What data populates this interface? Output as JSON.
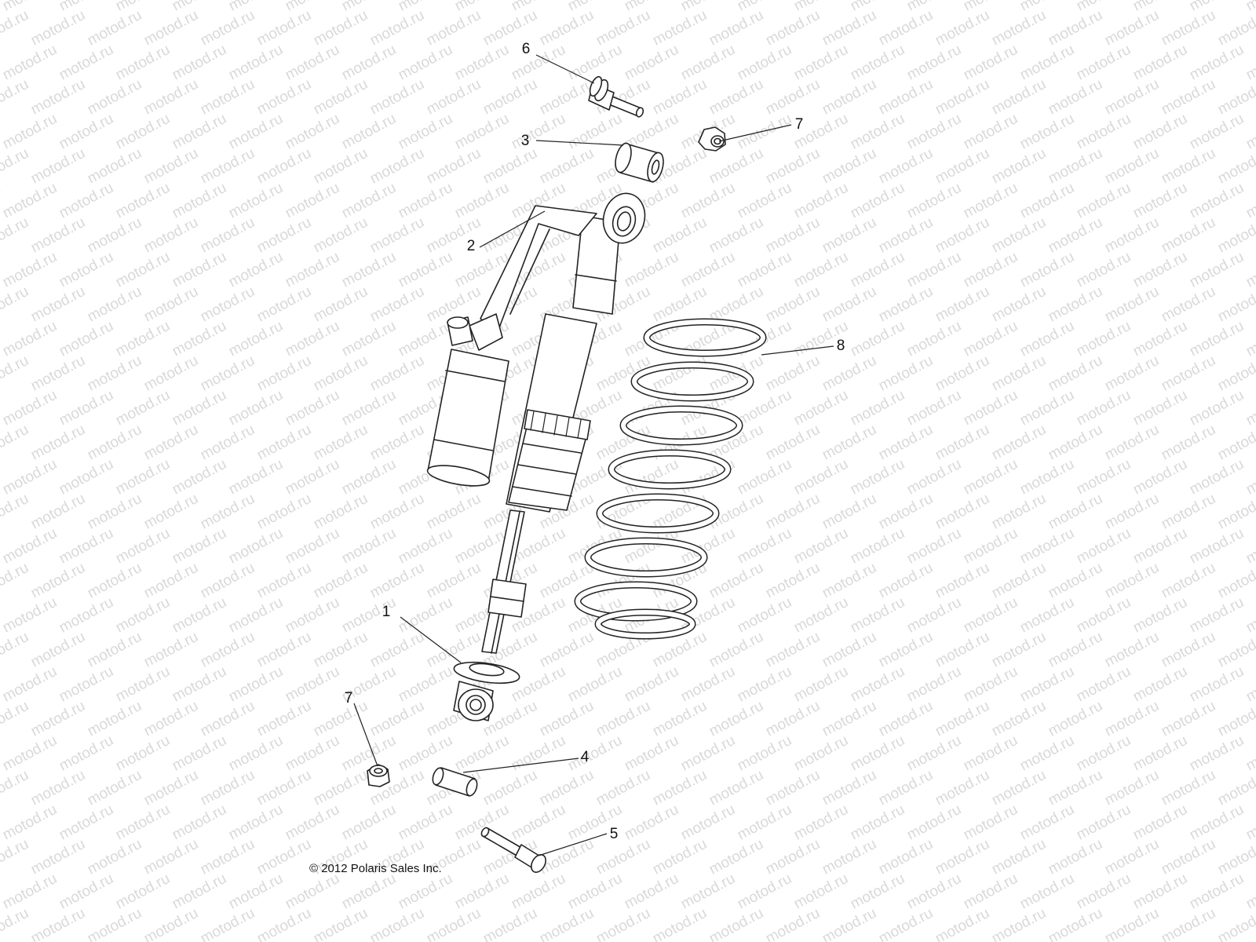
{
  "diagram": {
    "callouts": [
      "1",
      "2",
      "3",
      "4",
      "5",
      "6",
      "7",
      "7",
      "8"
    ],
    "copyright": "© 2012 Polaris Sales Inc.",
    "watermark": "motod.ru"
  }
}
